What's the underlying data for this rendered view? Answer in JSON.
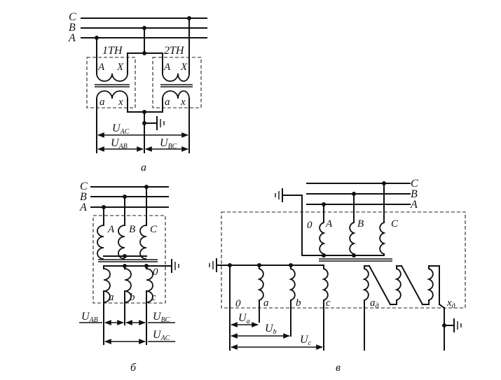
{
  "diagram_a": {
    "caption": "а",
    "phases": {
      "c": "C",
      "b": "B",
      "a": "A"
    },
    "transformers": [
      {
        "name": "1TH",
        "primary_start": "A",
        "primary_end": "X",
        "secondary_start": "a",
        "secondary_end": "x"
      },
      {
        "name": "2TH",
        "primary_start": "A",
        "primary_end": "X",
        "secondary_start": "a",
        "secondary_end": "x"
      }
    ],
    "voltages": {
      "uac": {
        "base": "U",
        "sub": "AC"
      },
      "uab": {
        "base": "U",
        "sub": "AB"
      },
      "ubc": {
        "base": "U",
        "sub": "BC"
      }
    }
  },
  "diagram_b": {
    "caption": "б",
    "phases": {
      "c": "C",
      "b": "B",
      "a": "A"
    },
    "primary_coils": [
      "A",
      "B",
      "C"
    ],
    "secondary_coils": [
      "a",
      "b",
      "c"
    ],
    "neutral": "0",
    "voltages": {
      "uab": {
        "base": "U",
        "sub": "AB"
      },
      "ubc": {
        "base": "U",
        "sub": "BC"
      },
      "uac": {
        "base": "U",
        "sub": "AC"
      }
    }
  },
  "diagram_v": {
    "caption": "в",
    "phases": {
      "c": "C",
      "b": "B",
      "a": "A"
    },
    "primary_neutral": "0",
    "primary_coils": [
      "A",
      "B",
      "C"
    ],
    "secondary_neutral": "0",
    "secondary_coils": [
      "a",
      "b",
      "c"
    ],
    "aux_start": {
      "base": "a",
      "sub": "д"
    },
    "aux_end": {
      "base": "x",
      "sub": "д"
    },
    "voltages": {
      "ua": {
        "base": "U",
        "sub": "a"
      },
      "ub": {
        "base": "U",
        "sub": "b"
      },
      "uc": {
        "base": "U",
        "sub": "c"
      }
    }
  }
}
